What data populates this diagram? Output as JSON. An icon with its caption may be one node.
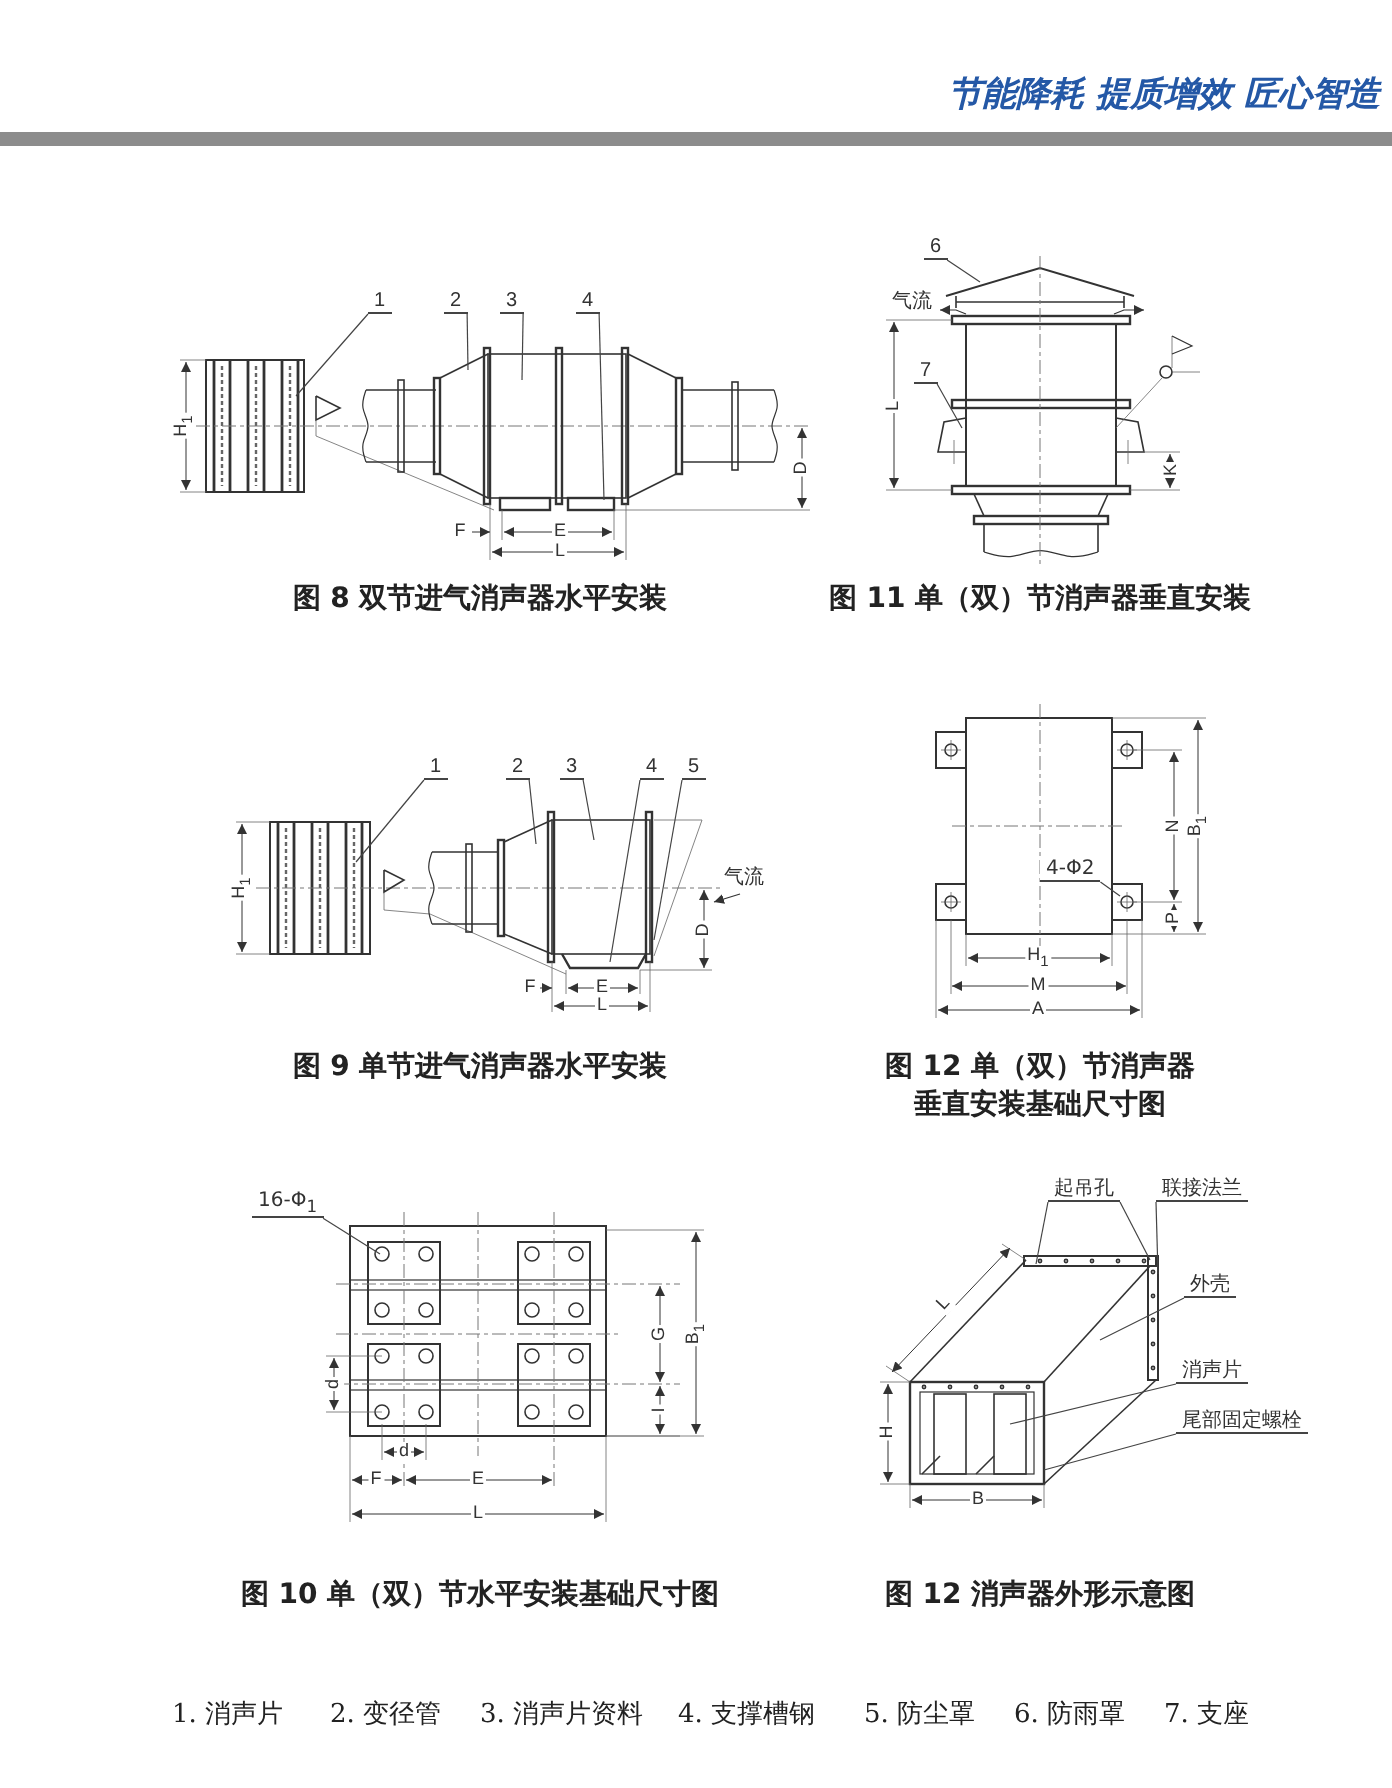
{
  "diagram": {
    "nodes": [
      {
        "text": [
          "1"
        ]
      },
      {
        "text": [
          "2"
        ]
      },
      {
        "text": [
          "3"
        ]
      },
      {
        "text": [
          "4"
        ]
      },
      {
        "text": [
          "6"
        ]
      },
      {
        "text": [
          "7"
        ]
      },
      {
        "text": [
          "1"
        ]
      },
      {
        "text": [
          "2"
        ]
      },
      {
        "text": [
          "3"
        ]
      },
      {
        "text": [
          "4"
        ]
      },
      {
        "text": [
          "5"
        ]
      },
      {
        "text": [
          "4-Φ2"
        ]
      },
      {
        "text": [
          "16-Φ$_{1}$"
        ]
      },
      {
        "text": [
          "起吊孔"
        ]
      },
      {
        "text": [
          "联接法兰"
        ]
      },
      {
        "text": [
          "外壳"
        ]
      },
      {
        "text": [
          "消声片"
        ]
      },
      {
        "text": [
          "尾部固定螺栓"
        ]
      }
    ],
    "edges": [
      {
        "from": 0,
        "to": null,
        "arrow": "none"
      },
      {
        "from": 1,
        "to": null,
        "arrow": "none"
      },
      {
        "from": 2,
        "to": null,
        "arrow": "none"
      },
      {
        "from": 3,
        "to": null,
        "arrow": "none"
      },
      {
        "from": 4,
        "to": null,
        "arrow": "none"
      },
      {
        "from": 5,
        "to": null,
        "arrow": "none"
      },
      {
        "from": 6,
        "to": null,
        "arrow": "none"
      },
      {
        "from": 7,
        "to": null,
        "arrow": "none"
      },
      {
        "from": 8,
        "to": null,
        "arrow": "none"
      },
      {
        "from": 9,
        "to": null,
        "arrow": "none"
      },
      {
        "from": 10,
        "to": null,
        "arrow": "none"
      },
      {
        "from": 11,
        "to": null,
        "arrow": "none"
      },
      {
        "from": 12,
        "to": null,
        "arrow": "none"
      },
      {
        "from": 13,
        "to": null,
        "arrow": "none"
      },
      {
        "from": 13,
        "to": null,
        "arrow": "none"
      },
      {
        "from": 14,
        "to": null,
        "arrow": "none"
      },
      {
        "from": 15,
        "to": null,
        "arrow": "none"
      },
      {
        "from": 16,
        "to": null,
        "arrow": "none"
      },
      {
        "from": 17,
        "to": null,
        "arrow": "none"
      }
    ],
    "labels": [
      "节能降耗 提质增效 匠心智造",
      "H$_{1}$",
      "D",
      "F",
      "E",
      "L",
      "气流",
      "L",
      "K",
      "图 8 双节进气消声器水平安装",
      "图 11 单（双）节消声器垂直安装",
      "H$_{1}$",
      "气流",
      "D",
      "F",
      "E",
      "L",
      "N",
      "B$_{1}$",
      "P",
      "H$_{1}$",
      "M",
      "A",
      "图 9 单节进气消声器水平安装",
      "图 12 单（双）节消声器",
      "垂直安装基础尺寸图",
      "G",
      "B$_{1}$",
      "I",
      "d",
      "d",
      "F",
      "E",
      "L",
      "L",
      "H",
      "B",
      "图 10 单（双）节水平安装基础尺寸图",
      "图 12 消声器外形示意图",
      "1. 消声片",
      "2. 变径管",
      "3. 消声片资料",
      "4. 支撑槽钢",
      "5. 防尘罩",
      "6. 防雨罩",
      "7. 支座"
    ]
  }
}
